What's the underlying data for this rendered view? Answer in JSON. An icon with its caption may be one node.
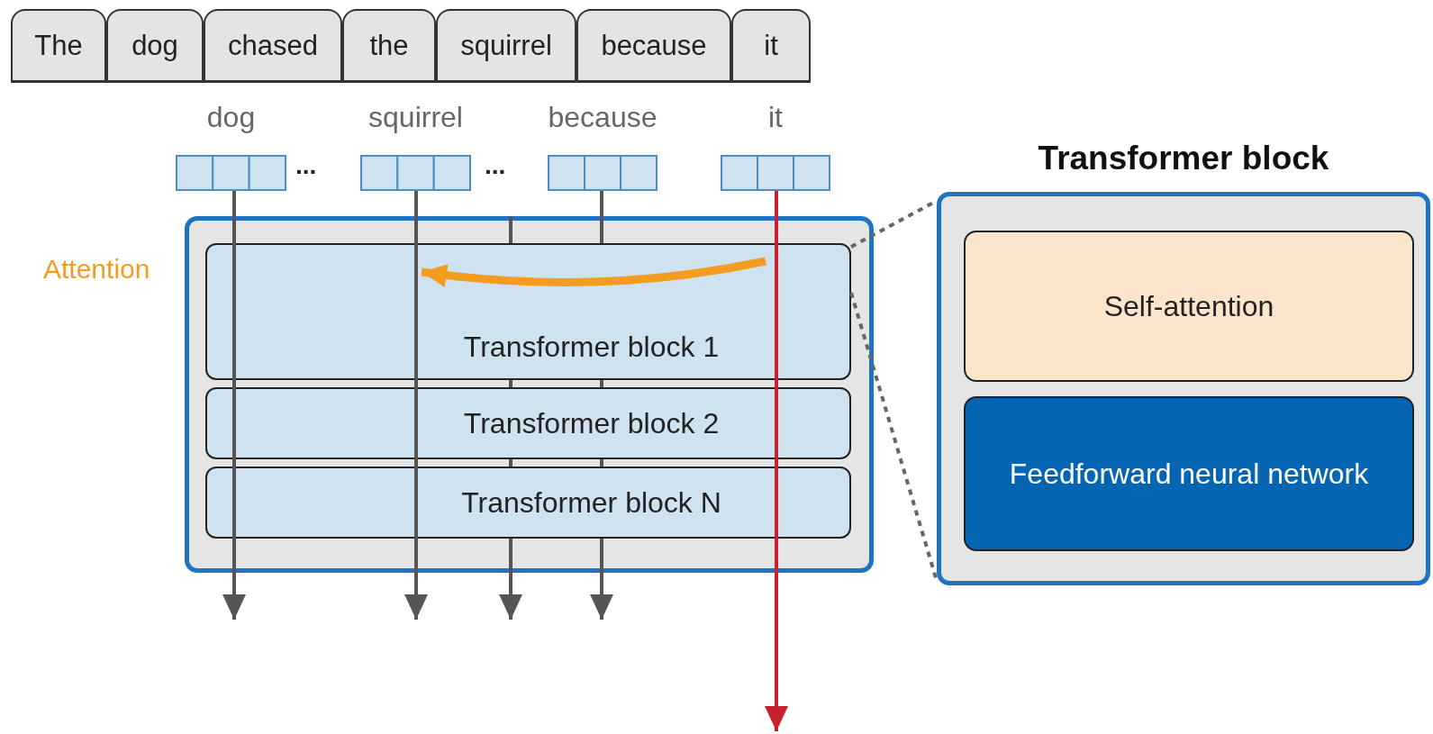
{
  "diagram": {
    "nodes": [
      {
        "text": [
          "The"
        ]
      },
      {
        "text": [
          "dog"
        ]
      },
      {
        "text": [
          "chased"
        ]
      },
      {
        "text": [
          "the"
        ]
      },
      {
        "text": [
          "squirrel"
        ]
      },
      {
        "text": [
          "because"
        ]
      },
      {
        "text": [
          "it"
        ]
      },
      {
        "text": [
          "dog"
        ]
      },
      {
        "text": [
          "squirrel"
        ]
      },
      {
        "text": [
          "because"
        ]
      },
      {
        "text": [
          "it"
        ]
      },
      {
        "text": [],
        "shape": "box"
      },
      {
        "text": [
          "Transformer block 1"
        ],
        "in": 11
      },
      {
        "text": [
          "Transformer block 2"
        ],
        "in": 11
      },
      {
        "text": [
          "Transformer block N"
        ],
        "in": 11
      },
      {
        "text": [
          "Transformer block"
        ]
      },
      {
        "text": [
          "Self-attention"
        ],
        "in": 15
      },
      {
        "text": [
          "Feedforward neural network"
        ],
        "in": 15
      }
    ],
    "edges": [
      {
        "from": 7,
        "to": null,
        "arrow": "to"
      },
      {
        "from": 8,
        "to": null,
        "arrow": "to"
      },
      {
        "from": 11,
        "to": null,
        "arrow": "to"
      },
      {
        "from": 9,
        "to": null,
        "arrow": "to"
      },
      {
        "from": 10,
        "to": null,
        "arrow": "to",
        "color": "#c8202f"
      },
      {
        "from": 12,
        "to": 15,
        "arrow": "none",
        "style": "dashed"
      },
      {
        "from": 12,
        "to": 15,
        "arrow": "none",
        "style": "dashed"
      }
    ],
    "labels": [
      "...",
      "...",
      "Attention"
    ]
  }
}
